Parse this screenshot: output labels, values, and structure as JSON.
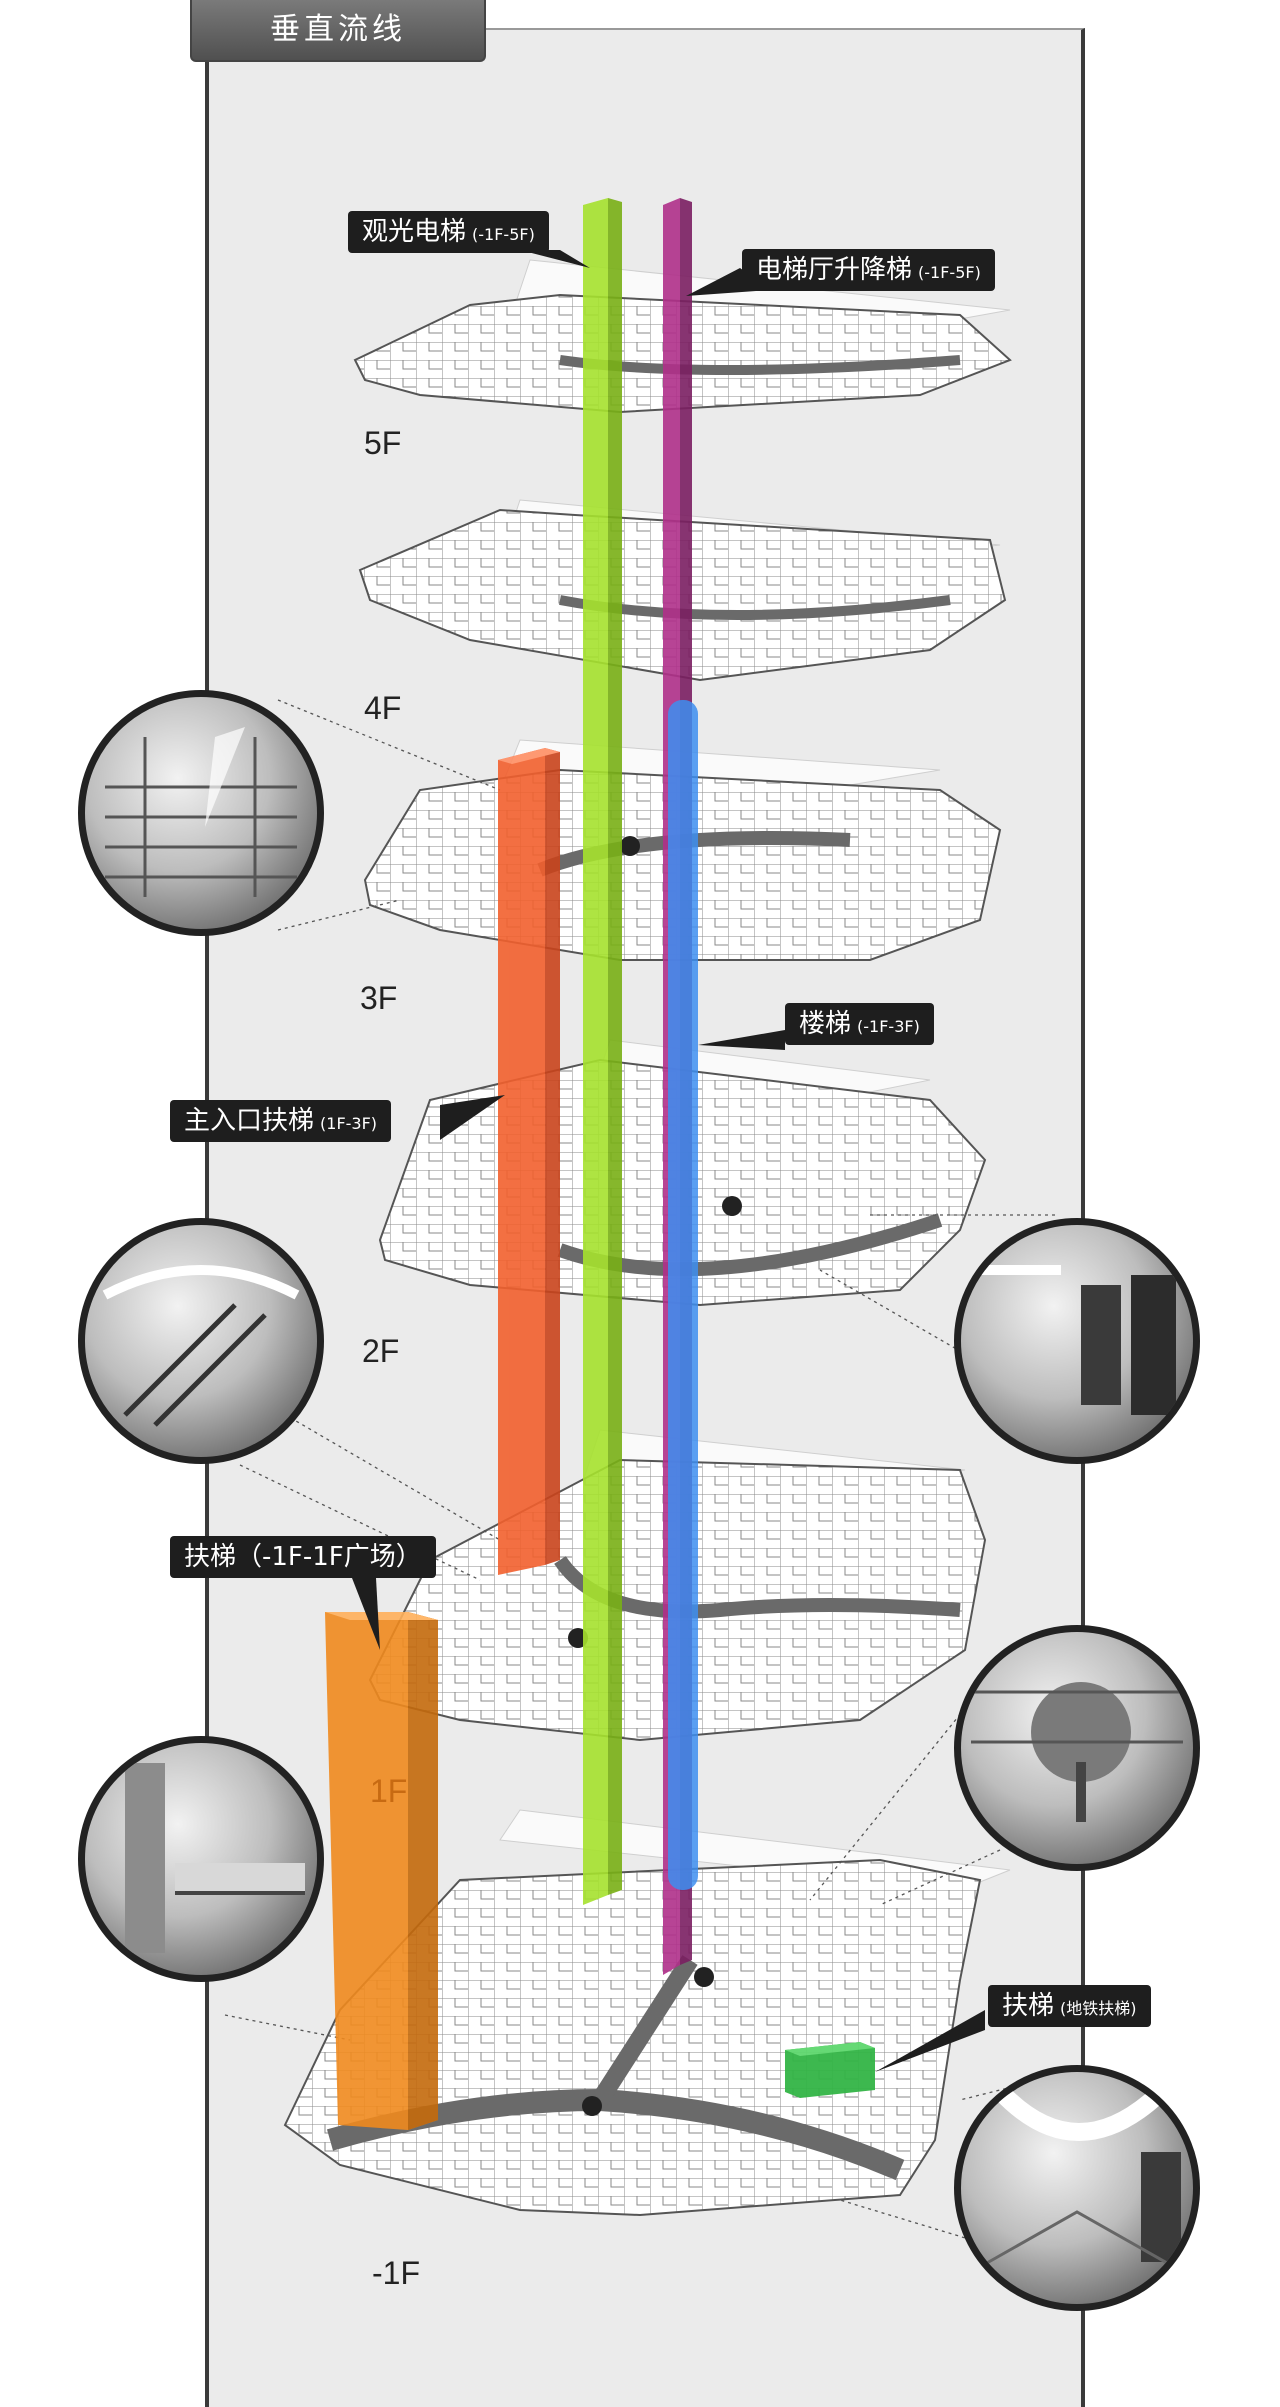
{
  "title": "垂直流线",
  "floors": [
    "5F",
    "4F",
    "3F",
    "2F",
    "1F",
    "-1F"
  ],
  "callouts": {
    "sightseeing_elevator": {
      "label": "观光电梯",
      "range": "(-1F-5F)"
    },
    "hall_elevator": {
      "label": "电梯厅升降梯",
      "range": "(-1F-5F)"
    },
    "stairs": {
      "label": "楼梯",
      "range": "(-1F-3F)"
    },
    "main_escalator": {
      "label": "主入口扶梯",
      "range": "(1F-3F)"
    },
    "plaza_escalator": {
      "label": "扶梯（-1F-1F广场）",
      "range": ""
    },
    "metro_escalator": {
      "label": "扶梯",
      "range": "(地铁扶梯)"
    }
  },
  "colors": {
    "sightseeing_elevator": "#a6e22e",
    "hall_elevator": "#b0308a",
    "stairs": "#3d8ef0",
    "main_escalator": "#f2602e",
    "plaza_escalator": "#f08a1e",
    "metro_escalator": "#33b546"
  },
  "photos": [
    "atrium-photo-icon",
    "escalator-photo-icon",
    "elevator-lobby-photo-icon",
    "tree-atrium-photo-icon",
    "corridor-photo-icon",
    "metro-concourse-photo-icon"
  ]
}
